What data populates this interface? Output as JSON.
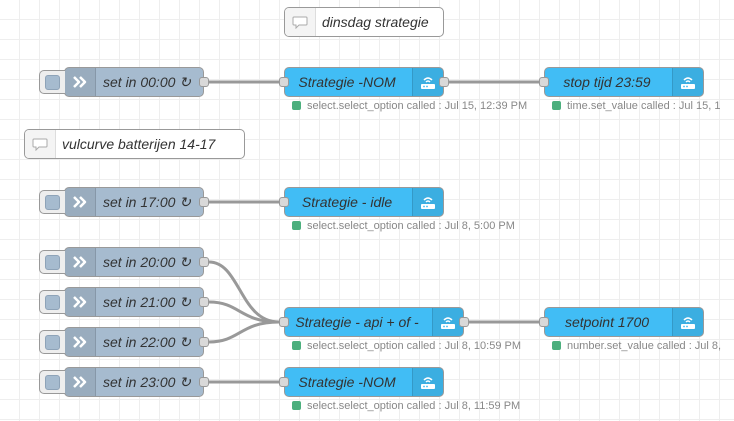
{
  "comments": {
    "dinsdag": "dinsdag strategie",
    "vulcurve": "vulcurve batterijen 14-17"
  },
  "injects": {
    "t0000": "set in 00:00 ↻",
    "t1700": "set in 17:00 ↻",
    "t2000": "set in 20:00 ↻",
    "t2100": "set in 21:00 ↻",
    "t2200": "set in 22:00 ↻",
    "t2300": "set in 23:00 ↻"
  },
  "actions": {
    "nom1": "Strategie -NOM",
    "stop": "stop tijd 23:59",
    "idle": "Strategie - idle",
    "api": "Strategie - api + of -",
    "setpoint": "setpoint 1700",
    "nom2": "Strategie -NOM"
  },
  "statuses": {
    "nom1": "select.select_option called : Jul 15, 12:39 PM",
    "stop": "time.set_value called : Jul 15, 1",
    "idle": "select.select_option called : Jul 8, 5:00 PM",
    "api": "select.select_option called : Jul 8, 10:59 PM",
    "setpoint": "number.set_value called : Jul 8,",
    "nom2": "select.select_option called : Jul 8, 11:59 PM"
  },
  "colors": {
    "inject_node": "#a6bbcf",
    "ha_node": "#41bdf5",
    "status_ok": "#4caf7d",
    "wire": "#999999"
  },
  "icons": {
    "inject": "arrow-right-icon",
    "ha": "router-icon",
    "comment": "speech-bubble-icon"
  }
}
